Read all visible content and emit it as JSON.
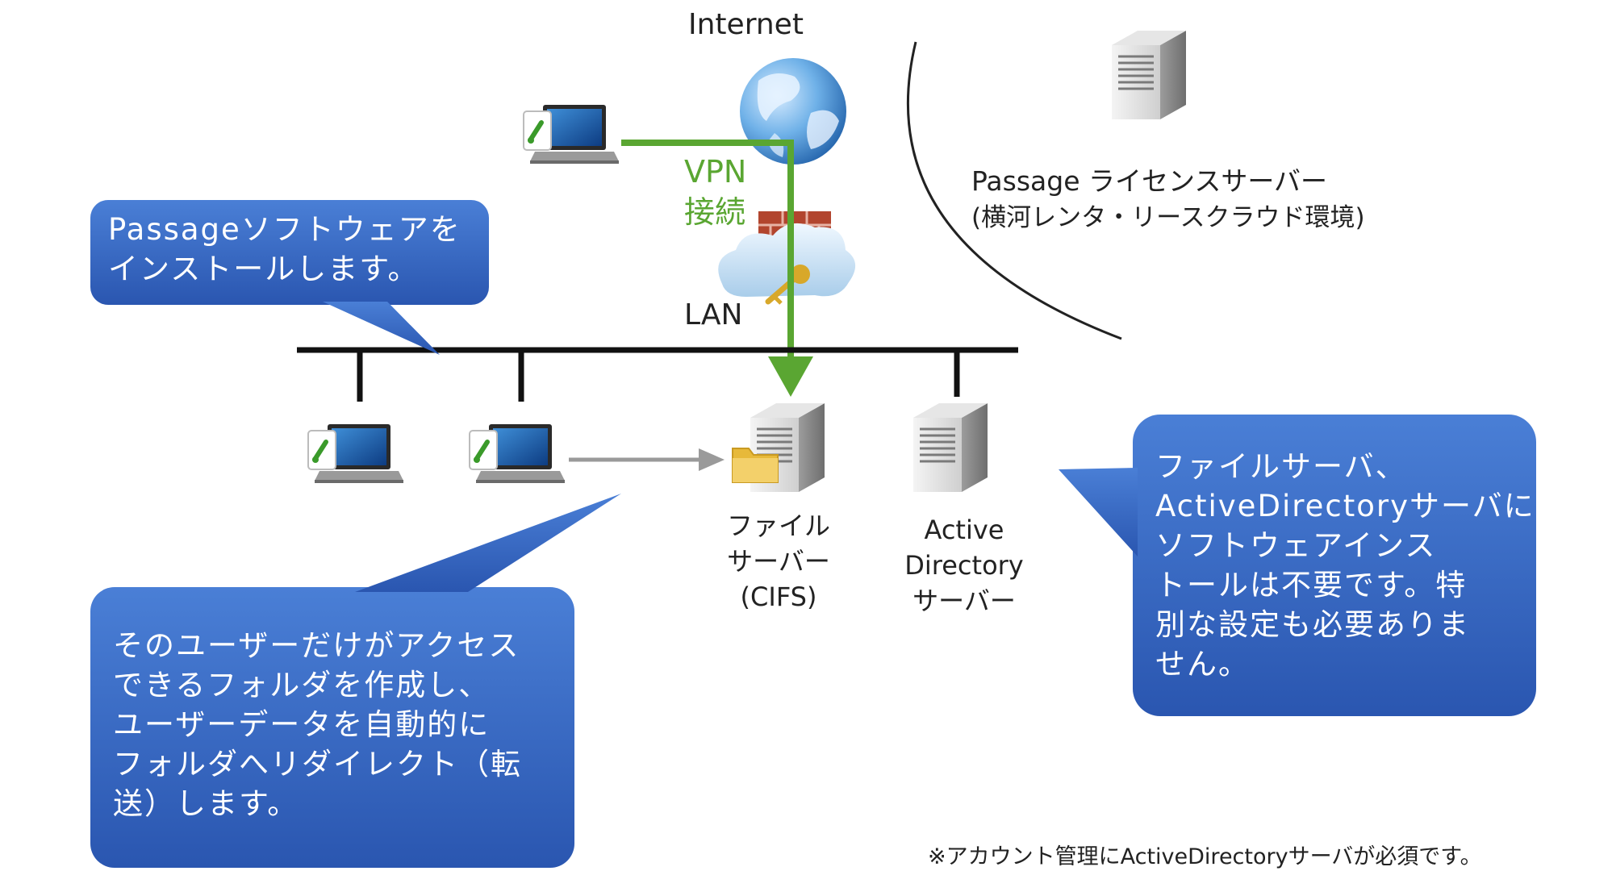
{
  "labels": {
    "internet": "Internet",
    "vpn_line1": "VPN",
    "vpn_line2": "接続",
    "lan": "LAN",
    "license_server_line1": "Passage ライセンスサーバー",
    "license_server_line2": "(横河レンタ・リースクラウド環境)",
    "file_server_line1": "ファイル",
    "file_server_line2": "サーバー",
    "file_server_line3": "(CIFS)",
    "ad_server_line1": "Active",
    "ad_server_line2": "Directory",
    "ad_server_line3": "サーバー"
  },
  "callouts": {
    "install": [
      "Passageソフトウェアを",
      "インストールします。"
    ],
    "redirect": [
      "そのユーザーだけがアクセス",
      "できるフォルダを作成し、",
      "ユーザーデータを自動的に",
      "フォルダへリダイレクト（転",
      "送）します。"
    ],
    "no_install": [
      "ファイルサーバ、",
      "ActiveDirectoryサーバに",
      "ソフトウェアインス",
      "トールは不要です。特",
      "別な設定も必要ありま",
      "せん。"
    ]
  },
  "footnote": "※アカウント管理にActiveDirectoryサーバが必須です。",
  "colors": {
    "callout_fill": "#3366c4",
    "vpn_green": "#5aa632",
    "lan_line": "#111111",
    "arrow_gray": "#9a9a9a"
  }
}
